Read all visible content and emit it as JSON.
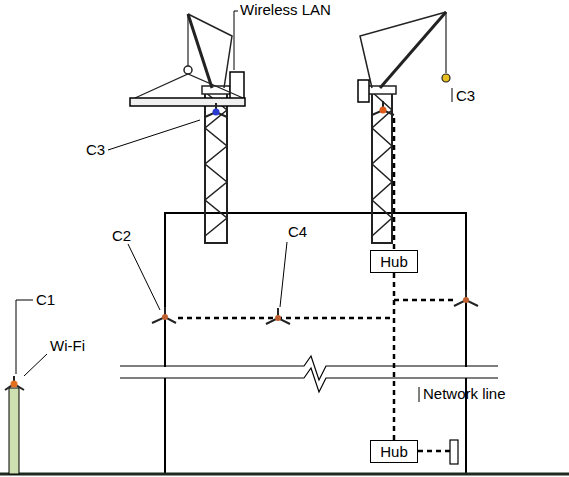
{
  "diagram": {
    "nodes": [
      {
        "text": [
          "Hub"
        ]
      },
      {
        "text": [
          "Hub"
        ]
      }
    ],
    "edges": [
      {
        "from": 0,
        "to": 1,
        "arrow": "none"
      }
    ],
    "labels": [
      "Wireless LAN",
      "C3",
      "C3",
      "C2",
      "C4",
      "Network line",
      "C1",
      "Wi-Fi"
    ]
  }
}
